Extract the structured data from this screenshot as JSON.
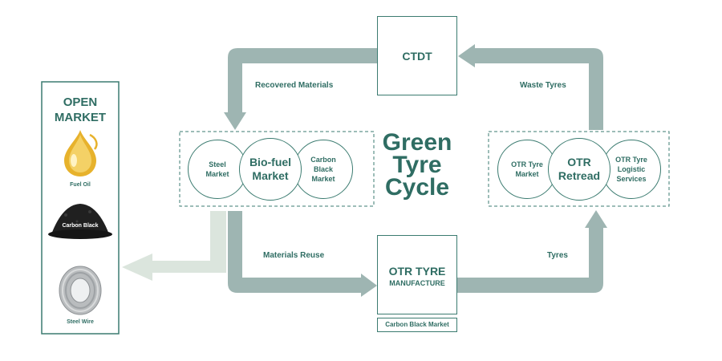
{
  "colors": {
    "teal": "#2f6d63",
    "arrow_gray": "#9eb5b2",
    "arrow_light": "#dbe5dd",
    "border": "#3b7b70"
  },
  "open_market": {
    "title_line1": "OPEN",
    "title_line2": "MARKET",
    "items": [
      {
        "label": "Fuel Oil",
        "icon": "fuel-oil-drop-icon"
      },
      {
        "label": "Carbon Black",
        "icon": "carbon-black-pile-icon"
      },
      {
        "label": "Steel Wire",
        "icon": "steel-wire-coil-icon"
      }
    ]
  },
  "nodes": {
    "ctdt": "CTDT",
    "otr_manufacture_line1": "OTR TYRE",
    "otr_manufacture_line2": "MANUFACTURE",
    "carbon_black_market": "Carbon Black Market"
  },
  "center_title": {
    "line1": "Green",
    "line2": "Tyre",
    "line3": "Cycle"
  },
  "flow_labels": {
    "recovered_materials": "Recovered Materials",
    "waste_tyres": "Waste Tyres",
    "materials_reuse": "Materials Reuse",
    "tyres": "Tyres"
  },
  "left_group": {
    "steel_line1": "Steel",
    "steel_line2": "Market",
    "biofuel_line1": "Bio-fuel",
    "biofuel_line2": "Market",
    "carbon_line1": "Carbon",
    "carbon_line2": "Black",
    "carbon_line3": "Market"
  },
  "right_group": {
    "otr_market_line1": "OTR Tyre",
    "otr_market_line2": "Market",
    "retread_line1": "OTR",
    "retread_line2": "Retread",
    "logistic_line1": "OTR Tyre",
    "logistic_line2": "Logistic",
    "logistic_line3": "Services"
  }
}
